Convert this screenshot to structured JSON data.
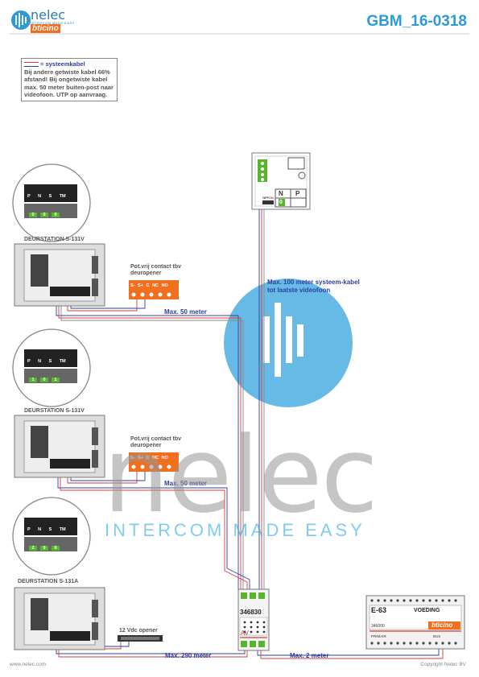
{
  "header": {
    "logo_name": "nelec",
    "logo_tagline": "INTERCOM MADE EASY",
    "logo_brand": "bticino",
    "doc_code": "GBM_16-0318"
  },
  "note": {
    "legend": "= systeemkabel",
    "body": "Bij andere getwiste kabel 66% afstand! Bij ongetwiste kabel max. 50 meter buiten-post naar videofoon. UTP op aanvraag."
  },
  "stations": [
    {
      "label": "DEURSTATION S-131V",
      "digits": [
        "0",
        "0",
        "0"
      ],
      "pot_contact": "Pot.vrij contact tbv deuropener",
      "distance": "Max. 50 meter"
    },
    {
      "label": "DEURSTATION S-131V",
      "digits": [
        "1",
        "0",
        "1"
      ],
      "pot_contact": "Pot.vrij contact tbv deuropener",
      "distance": "Max. 50 meter"
    },
    {
      "label": "DEURSTATION S-131A",
      "digits": [
        "2",
        "0",
        "0"
      ],
      "opener": "12 Vdc opener",
      "distance": "Max. 290 meter"
    }
  ],
  "dipswitch_labels": [
    "P",
    "N",
    "S",
    "TM"
  ],
  "terminals": [
    "S-",
    "S+",
    "C",
    "NC",
    "NO"
  ],
  "module_code": "346830",
  "module_av": "AV",
  "videofoon": {
    "n": "N",
    "p": "P",
    "value": "0",
    "off": "OFF",
    "on": "ON"
  },
  "max_videofoon": "Max. 100 meter systeem-kabel tot laatste videofoon",
  "power": {
    "model": "E-63",
    "label": "VOEDING",
    "brand": "bticino",
    "code": "346000",
    "primair": "PRIMAIR",
    "bus": "BUS"
  },
  "power_distance": "Max. 2 meter",
  "watermark": {
    "name": "nelec",
    "tagline": "INTERCOM MADE EASY"
  },
  "footer": {
    "left": "www.nelec.com",
    "right": "Copyright Nelec BV"
  },
  "colors": {
    "accent": "#2d9ad8",
    "orange": "#f07020",
    "green": "#5ab52e",
    "cable_red": "#d73b3b",
    "cable_blue": "#2f3f9e"
  }
}
